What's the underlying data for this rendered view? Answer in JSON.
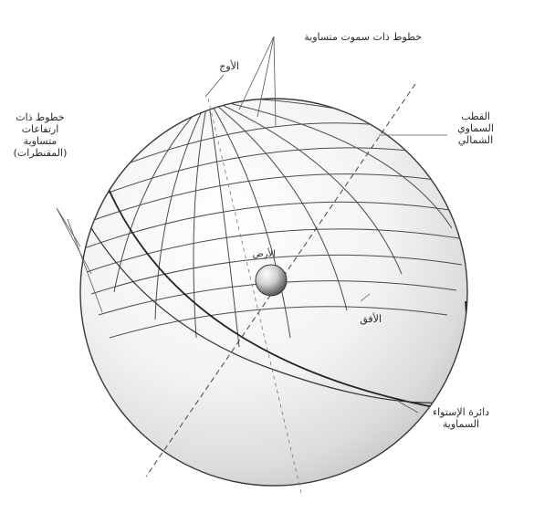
{
  "labels": {
    "azimuth_lines": "خطوط ذات سموت متساوية",
    "zenith": "الأوج",
    "altitude_lines": "خطوط ذات\nارتفاعات\nمتساوية\n(المقنطرات)",
    "north_celestial_pole": "القطب\nالسماوي\nالشمالي",
    "earth": "الأرض",
    "horizon": "الأفق",
    "celestial_equator": "دائرة الإستواء\nالسماوية"
  }
}
